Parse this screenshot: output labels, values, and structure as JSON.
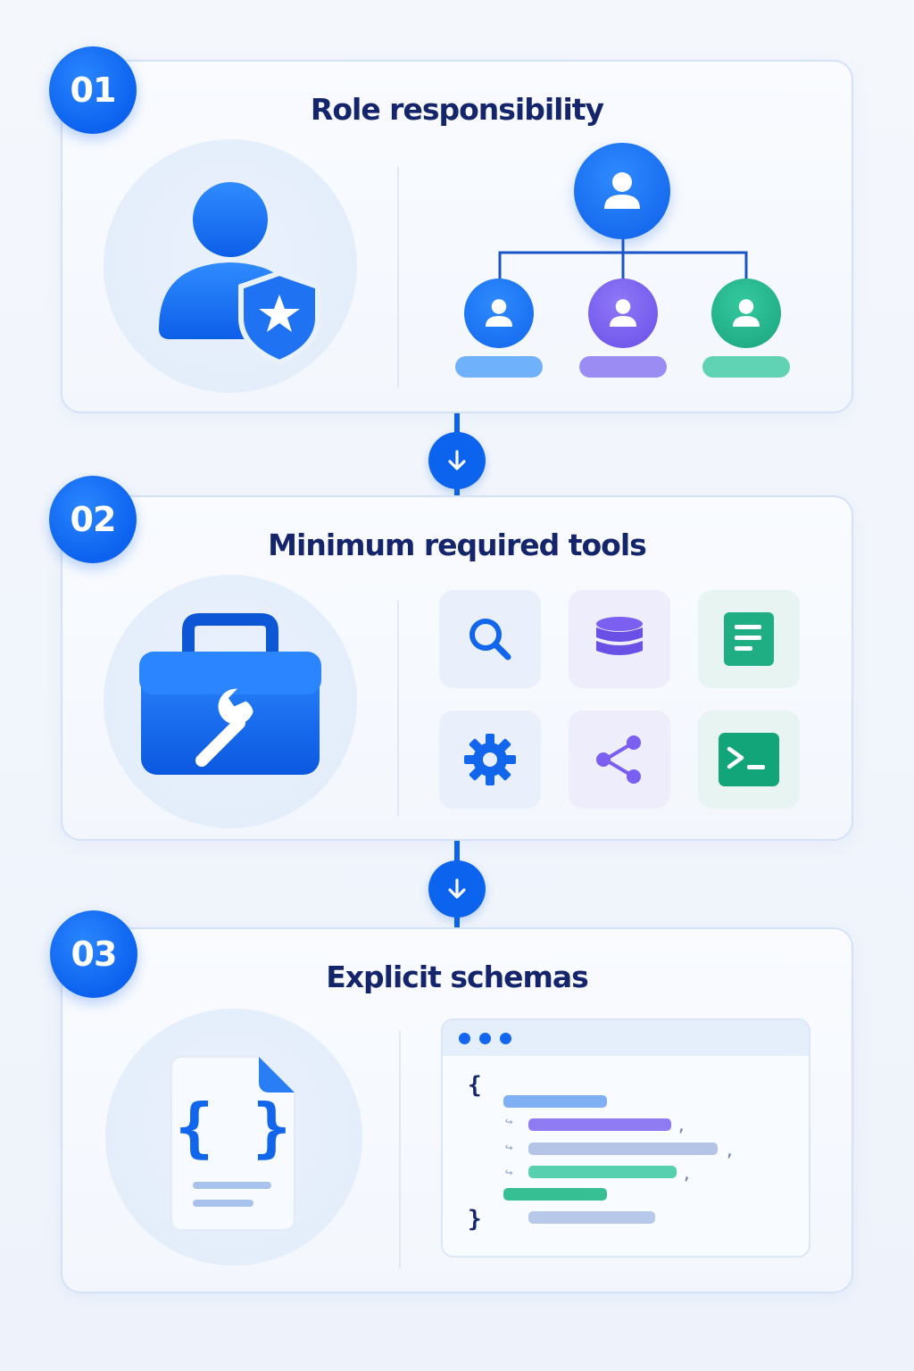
{
  "steps": [
    {
      "number": "01",
      "title": "Role responsibility"
    },
    {
      "number": "02",
      "title": "Minimum required tools"
    },
    {
      "number": "03",
      "title": "Explicit schemas"
    }
  ],
  "step1": {
    "main_icon": "user-shield-icon",
    "hierarchy": {
      "top": {
        "icon": "user-icon",
        "color": "#1570f0"
      },
      "children": [
        {
          "icon": "user-icon",
          "color": "#1a78f2",
          "pill_color": "#6fb2fb"
        },
        {
          "icon": "user-icon",
          "color": "#7a5ff0",
          "pill_color": "#9b8cf4"
        },
        {
          "icon": "user-icon",
          "color": "#22b58e",
          "pill_color": "#5fd3b3"
        }
      ]
    }
  },
  "step2": {
    "main_icon": "toolbox-wrench-icon",
    "tools": [
      {
        "icon": "search-icon",
        "tint": "blue"
      },
      {
        "icon": "database-icon",
        "tint": "purple"
      },
      {
        "icon": "document-icon",
        "tint": "green"
      },
      {
        "icon": "gear-icon",
        "tint": "blue"
      },
      {
        "icon": "share-icon",
        "tint": "purple"
      },
      {
        "icon": "terminal-icon",
        "tint": "green"
      }
    ]
  },
  "step3": {
    "main_icon": "json-file-icon",
    "code": {
      "open_brace": "{",
      "close_brace": "}",
      "commas": [
        ",",
        ",",
        ","
      ]
    }
  },
  "colors": {
    "accent": "#0b63ee",
    "title": "#15256b",
    "purple": "#7a5ff0",
    "green": "#22b58e"
  }
}
